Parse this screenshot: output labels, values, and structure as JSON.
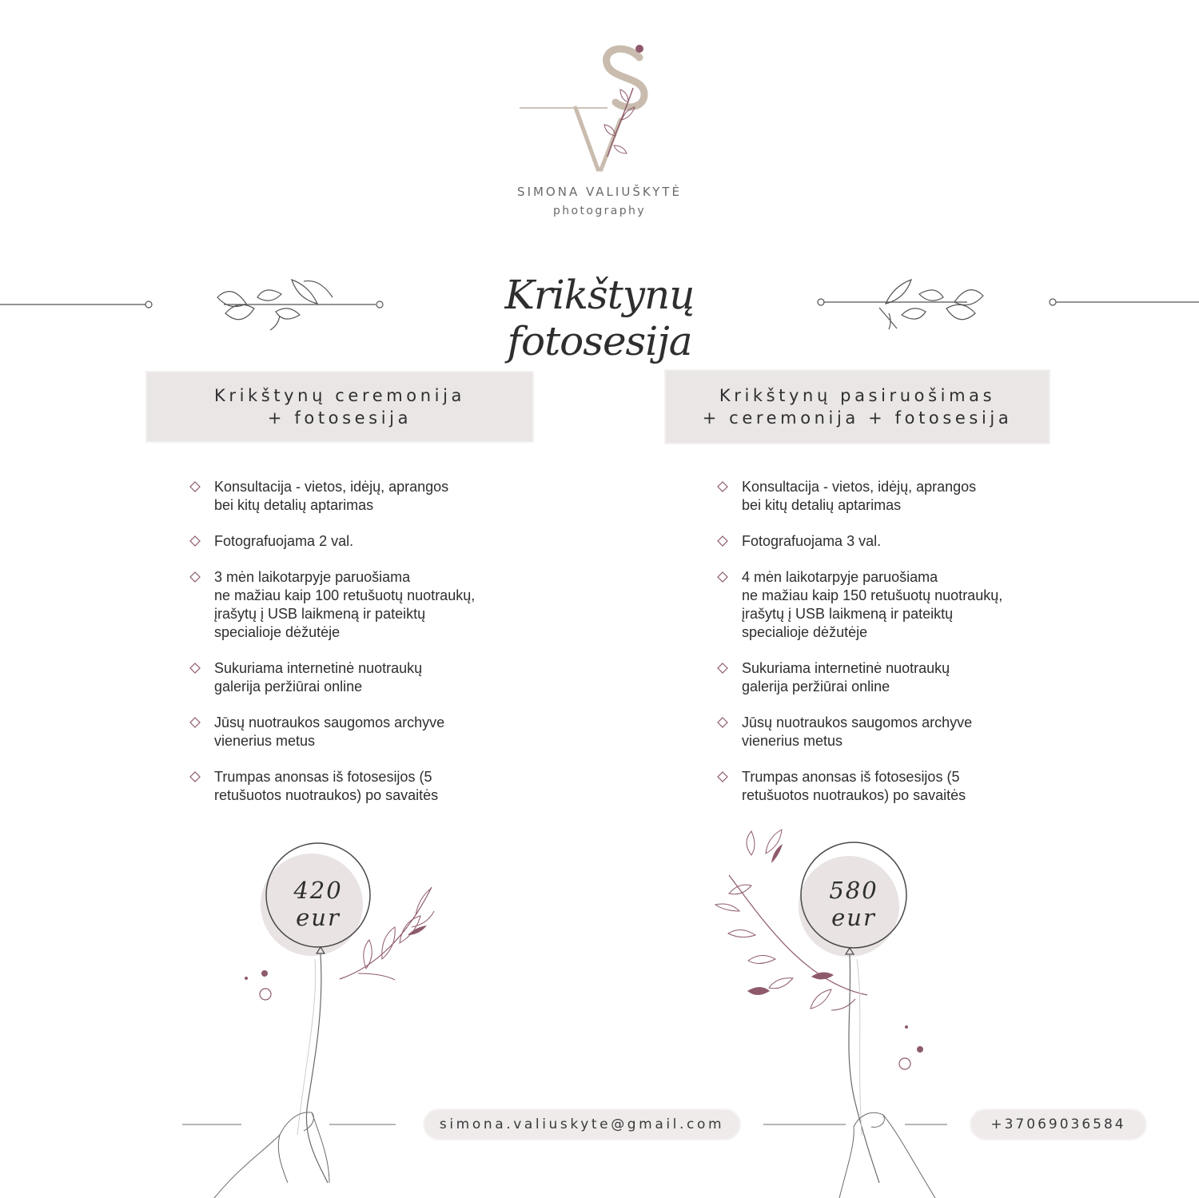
{
  "brand": {
    "monogram": "VS",
    "name": "SIMONA VALIUŠKYTĖ",
    "subtitle": "photography"
  },
  "title": "Krikštynų fotosesija",
  "packages": [
    {
      "title_lines": [
        "Krikštynų ceremonija",
        "+ fotosesija"
      ],
      "features": [
        "Konsultacija - vietos, idėjų, aprangos\nbei kitų detalių aptarimas",
        "Fotografuojama 2 val.",
        "3 mėn laikotarpyje paruošiama\nne mažiau kaip 100 retušuotų nuotraukų,\nįrašytų į USB laikmeną ir pateiktų\nspecialioje dėžutėje",
        "Sukuriama internetinė nuotraukų\ngalerija peržiūrai online",
        "Jūsų nuotraukos saugomos archyve\nvienerius metus",
        "Trumpas anonsas iš fotosesijos (5\nretušuotos nuotraukos) po savaitės"
      ],
      "price": "420 eur"
    },
    {
      "title_lines": [
        "Krikštynų pasiruošimas",
        "+ ceremonija + fotosesija"
      ],
      "features": [
        "Konsultacija - vietos, idėjų, aprangos\nbei kitų detalių aptarimas",
        "Fotografuojama 3 val.",
        "4 mėn laikotarpyje paruošiama\nne mažiau kaip 150 retušuotų nuotraukų,\nįrašytų į USB laikmeną ir pateiktų\nspecialioje dėžutėje",
        "Sukuriama internetinė nuotraukų\ngalerija peržiūrai online",
        "Jūsų nuotraukos saugomos archyve\nvienerius metus",
        "Trumpas anonsas iš fotosesijos (5\nretušuotos nuotraukos) po savaitės"
      ],
      "price": "580 eur"
    }
  ],
  "contact": {
    "email": "simona.valiuskyte@gmail.com",
    "phone": "+37069036584"
  },
  "colors": {
    "accent": "#8e5a6b",
    "pill": "#efebeb",
    "header_box": "#ebe6e6",
    "balloon": "#e9e3e3",
    "monogram": "#c9bcae"
  }
}
